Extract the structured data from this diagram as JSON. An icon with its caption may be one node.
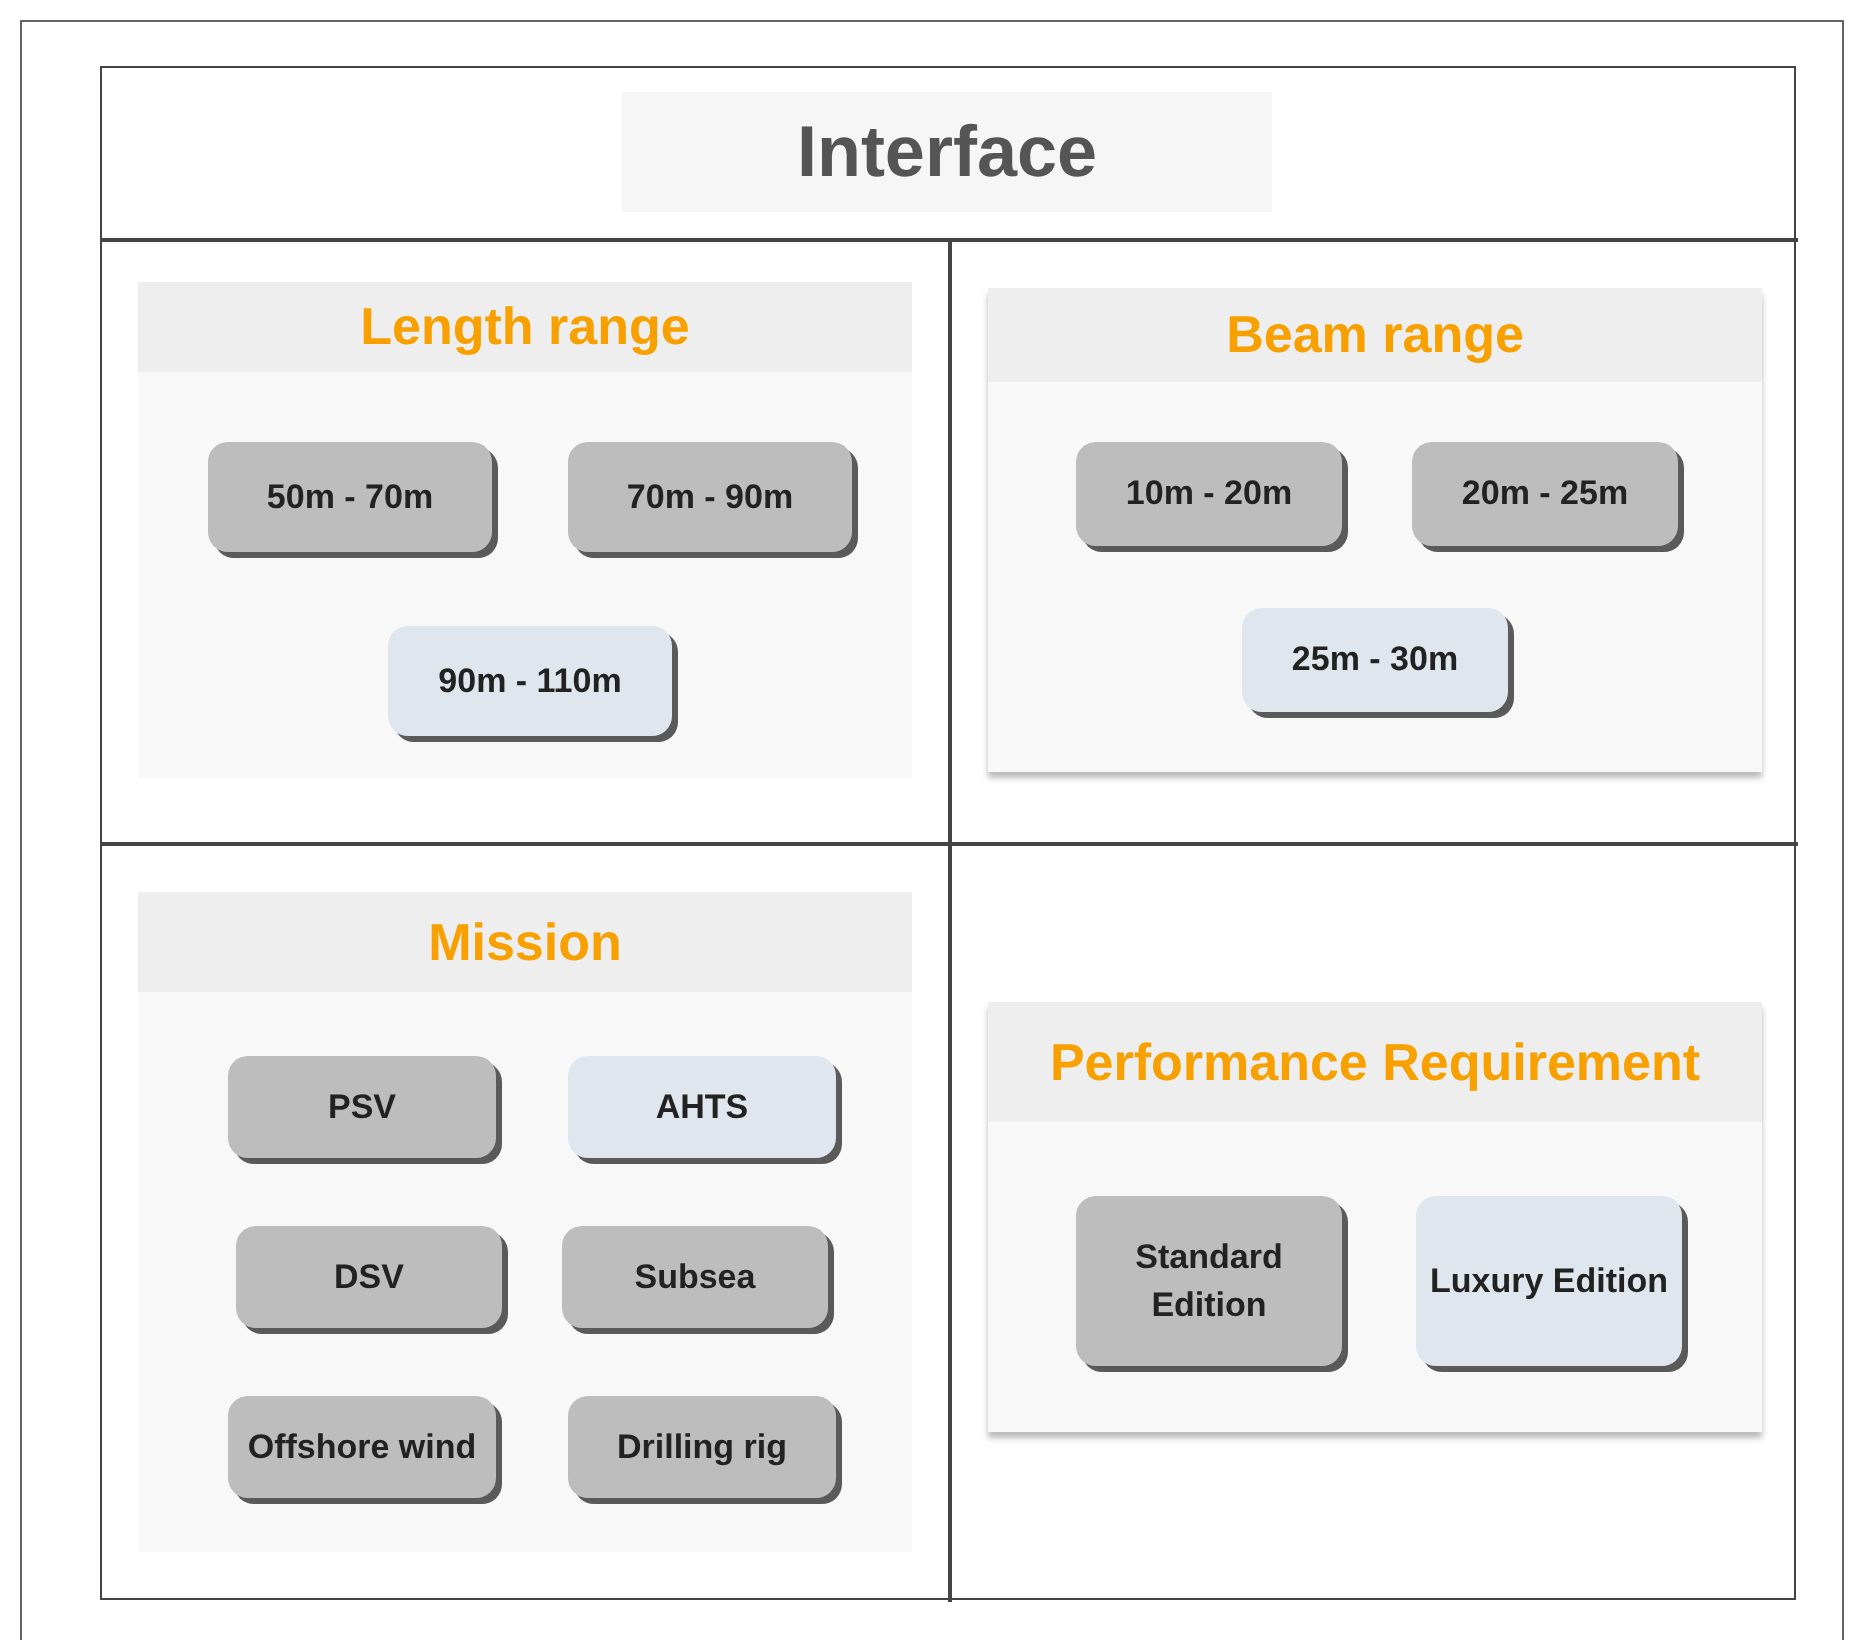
{
  "diagram": {
    "nodes": [
      {
        "text": [
          "Interface"
        ]
      },
      {
        "text": [
          "Length range"
        ],
        "in": 0
      },
      {
        "text": [
          "50m - 70m"
        ],
        "in": 1
      },
      {
        "text": [
          "70m - 90m"
        ],
        "in": 1
      },
      {
        "text": [
          "90m - 110m"
        ],
        "in": 1
      },
      {
        "text": [
          "Beam range"
        ],
        "in": 0
      },
      {
        "text": [
          "10m - 20m"
        ],
        "in": 5
      },
      {
        "text": [
          "20m - 25m"
        ],
        "in": 5
      },
      {
        "text": [
          "25m - 30m"
        ],
        "in": 5
      },
      {
        "text": [
          "Mission"
        ],
        "in": 0
      },
      {
        "text": [
          "PSV"
        ],
        "in": 9
      },
      {
        "text": [
          "AHTS"
        ],
        "in": 9
      },
      {
        "text": [
          "DSV"
        ],
        "in": 9
      },
      {
        "text": [
          "Subsea"
        ],
        "in": 9
      },
      {
        "text": [
          "Offshore wind"
        ],
        "in": 9
      },
      {
        "text": [
          "Drilling rig"
        ],
        "in": 9
      },
      {
        "text": [
          "Performance Requirement"
        ],
        "in": 0
      },
      {
        "text": [
          "Standard Edition"
        ],
        "in": 16
      },
      {
        "text": [
          "Luxury Edition"
        ],
        "in": 16
      }
    ]
  }
}
